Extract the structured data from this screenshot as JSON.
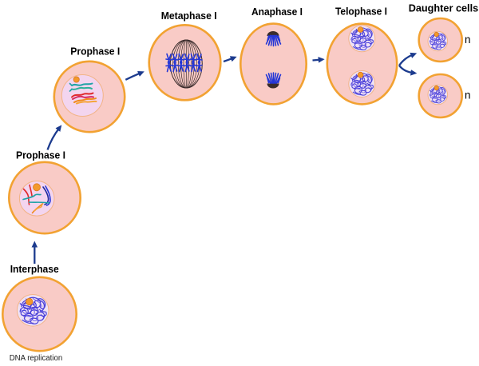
{
  "diagram": {
    "stages": [
      {
        "id": "interphase",
        "label": "Interphase",
        "annotation": "DNA replication"
      },
      {
        "id": "prophase-i-1",
        "label": "Prophase I"
      },
      {
        "id": "prophase-i-2",
        "label": "Prophase I"
      },
      {
        "id": "metaphase-i",
        "label": "Metaphase I"
      },
      {
        "id": "anaphase-i",
        "label": "Anaphase I"
      },
      {
        "id": "telophase-i",
        "label": "Telophase I"
      },
      {
        "id": "daughter-cells",
        "label": "Daughter cells",
        "cells": [
          {
            "id": "daughter-cell-1",
            "ploidy": "n"
          },
          {
            "id": "daughter-cell-2",
            "ploidy": "n"
          }
        ]
      }
    ],
    "edges": [
      {
        "from": "interphase",
        "to": "prophase-i-1"
      },
      {
        "from": "prophase-i-1",
        "to": "prophase-i-2"
      },
      {
        "from": "prophase-i-2",
        "to": "metaphase-i"
      },
      {
        "from": "metaphase-i",
        "to": "anaphase-i"
      },
      {
        "from": "anaphase-i",
        "to": "telophase-i"
      },
      {
        "from": "telophase-i",
        "to": "daughter-cell-1"
      },
      {
        "from": "telophase-i",
        "to": "daughter-cell-2"
      }
    ]
  },
  "colors": {
    "background": "#FFFFFF",
    "cell_fill": "#F9CBC6",
    "cell_border": "#F2A232",
    "nucleus_fill": "#F3D5EF",
    "nucleus_border": "#F2B487",
    "chromatin_nucleus_fill": "#EFE1F5",
    "nucleolus": "#F39A2C",
    "nucleolus_border": "#D9781C",
    "chromatin": "#4A40D8",
    "chromatin_light": "#7467EC",
    "spindle": "#3A2C2C",
    "arrow": "#1C3B8E",
    "label": "#000000",
    "note": "#1A1A1A",
    "chromosome_teal": "#1FA3A6",
    "chromosome_green": "#2DB09A",
    "chromosome_red": "#E0282A",
    "chromosome_magenta": "#D8285E",
    "chromosome_orange": "#F08A1E",
    "chromosome_yellow": "#F5A53A",
    "chromosome_blue": "#2436D6",
    "chromosome_navy": "#1E2A9E"
  }
}
